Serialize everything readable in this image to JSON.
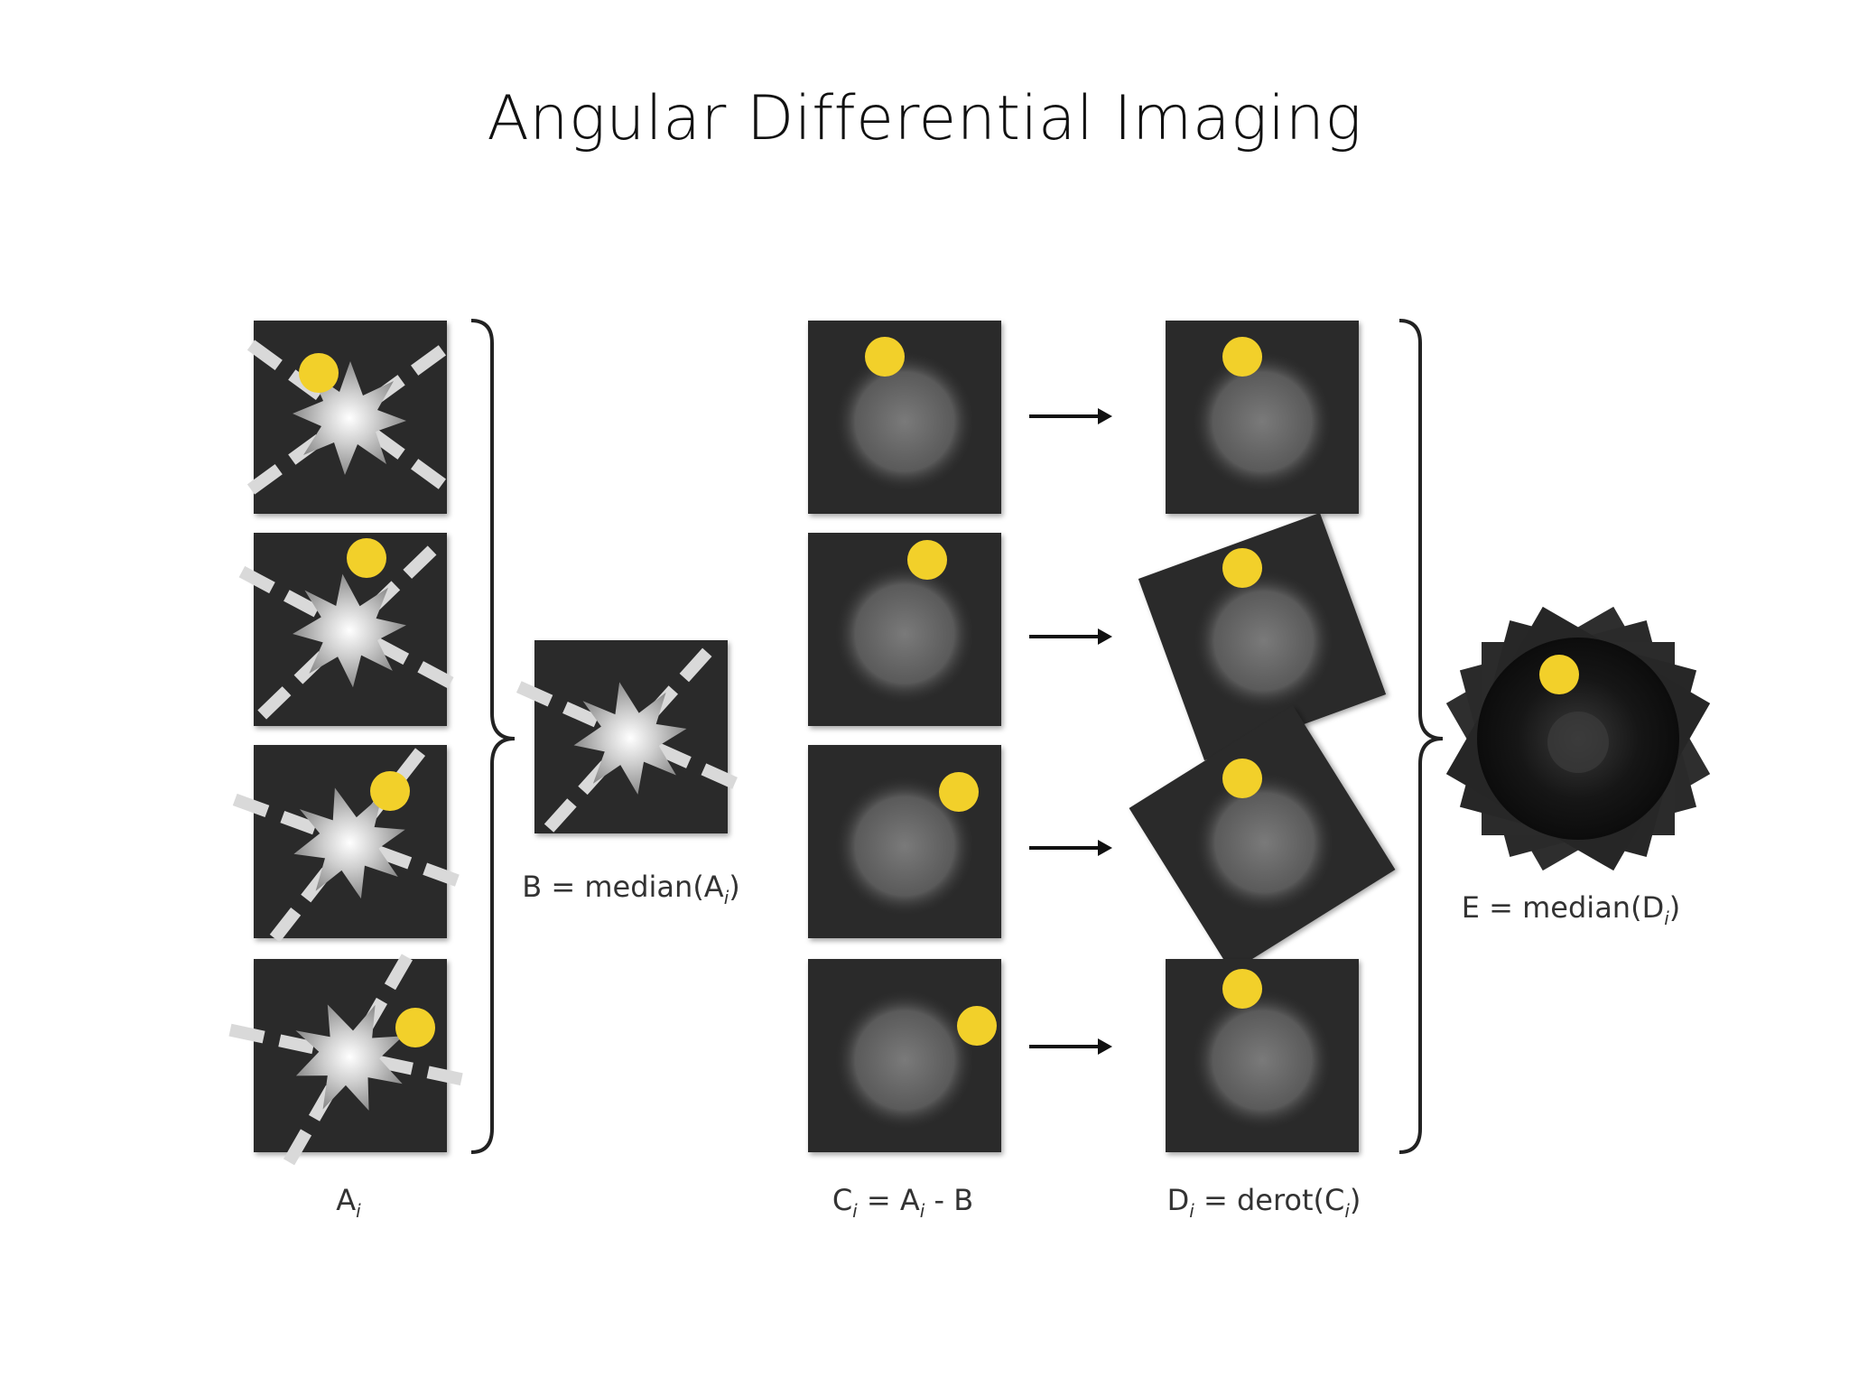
{
  "title": "Angular Differential Imaging",
  "labels": {
    "a": {
      "main": "A",
      "sub": "i"
    },
    "b": {
      "pre": "B = median(A",
      "sub": "i",
      "post": ")"
    },
    "c": {
      "p1": "C",
      "s1": "i",
      "p2": " = A",
      "s2": "i",
      "p3": " - B"
    },
    "d": {
      "p1": "D",
      "s1": "i",
      "p2": " = derot(C",
      "s2": "i",
      "p3": ")"
    },
    "e": {
      "p1": "E = median(D",
      "s1": "i",
      "p2": ")"
    }
  },
  "colors": {
    "tile": "#2b2b2b",
    "planet": "#f2d02a",
    "arrow": "#111111",
    "brace": "#222222"
  },
  "icons": [
    "right-arrow-icon",
    "brace-icon",
    "planet-marker-icon"
  ]
}
